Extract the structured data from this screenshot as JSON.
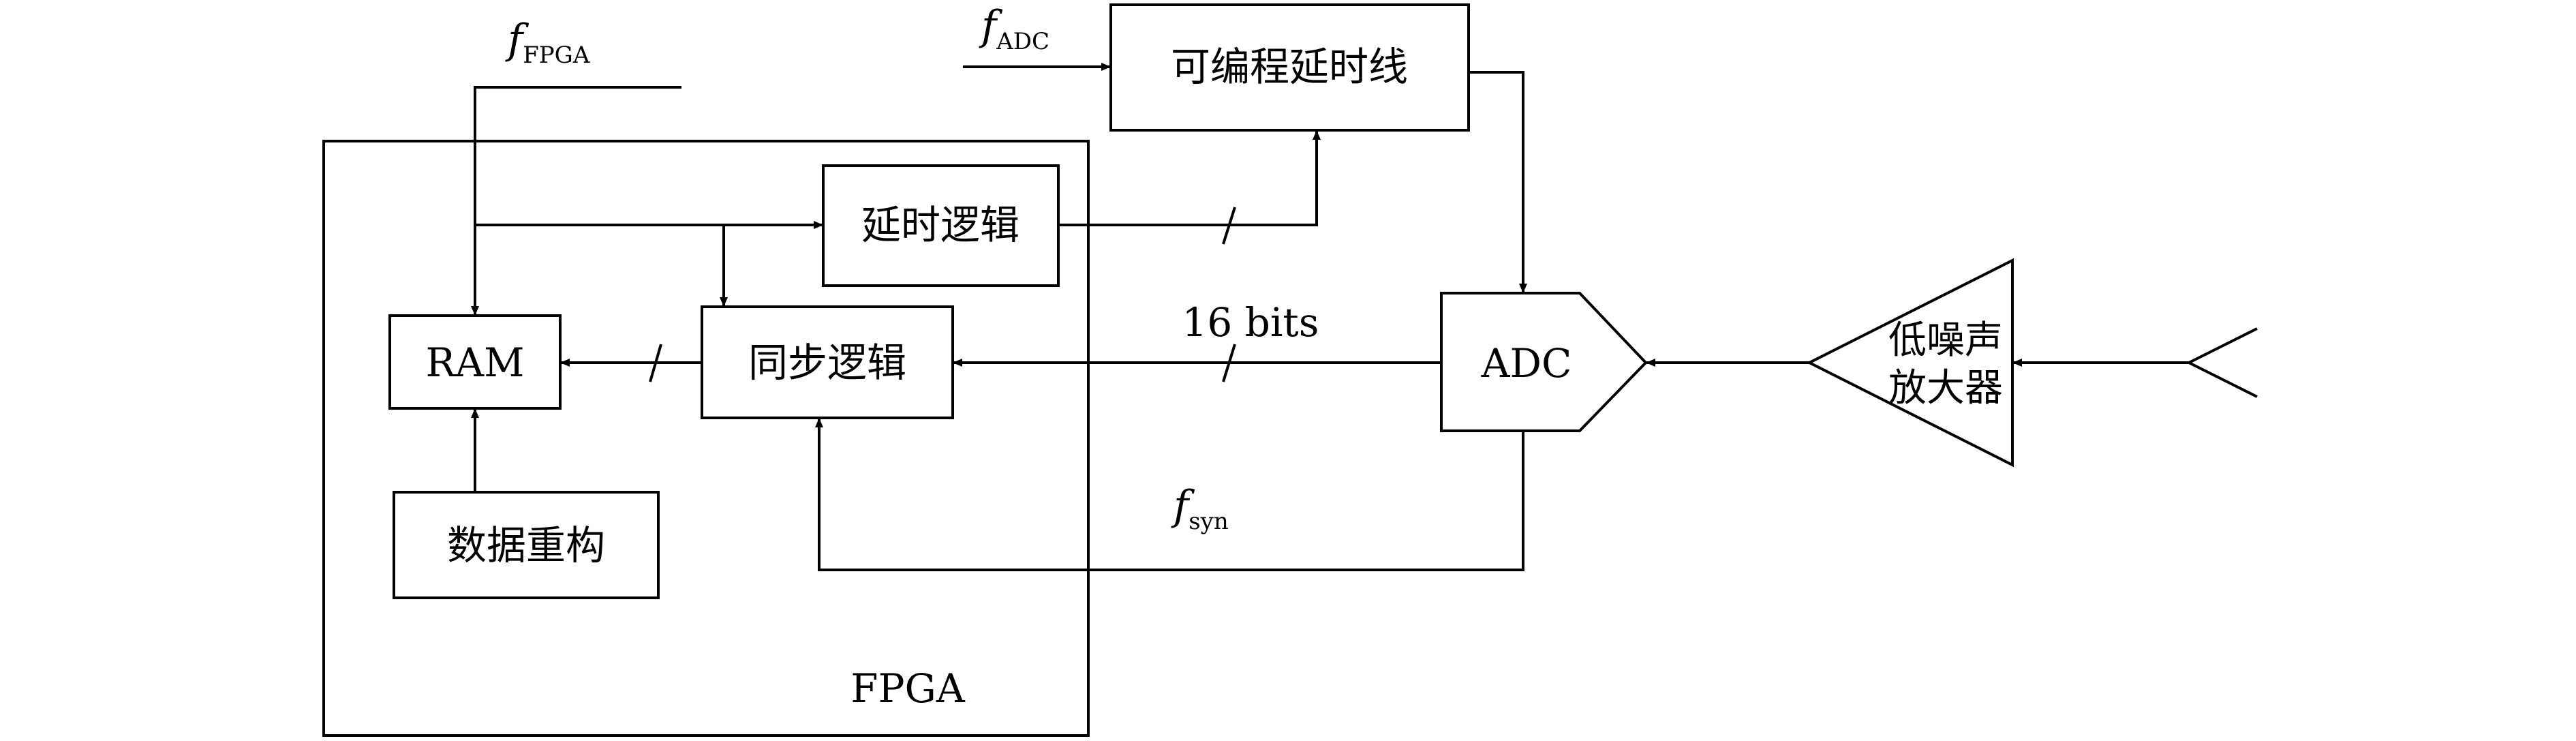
{
  "blocks": {
    "programmable_delay_line": "可编程延时线",
    "delay_logic": "延时逻辑",
    "sync_logic": "同步逻辑",
    "ram": "RAM",
    "data_reconstruction": "数据重构",
    "adc": "ADC",
    "lna_line1": "低噪声",
    "lna_line2": "放大器",
    "fpga_region": "FPGA"
  },
  "signals": {
    "f_fpga": {
      "main": "f",
      "sub": "FPGA"
    },
    "f_adc": {
      "main": "f",
      "sub": "ADC"
    },
    "f_syn": {
      "main": "f",
      "sub": "syn"
    },
    "adc_bus_width": "16 bits"
  },
  "colors": {
    "stroke": "#000000",
    "background": "#ffffff"
  }
}
